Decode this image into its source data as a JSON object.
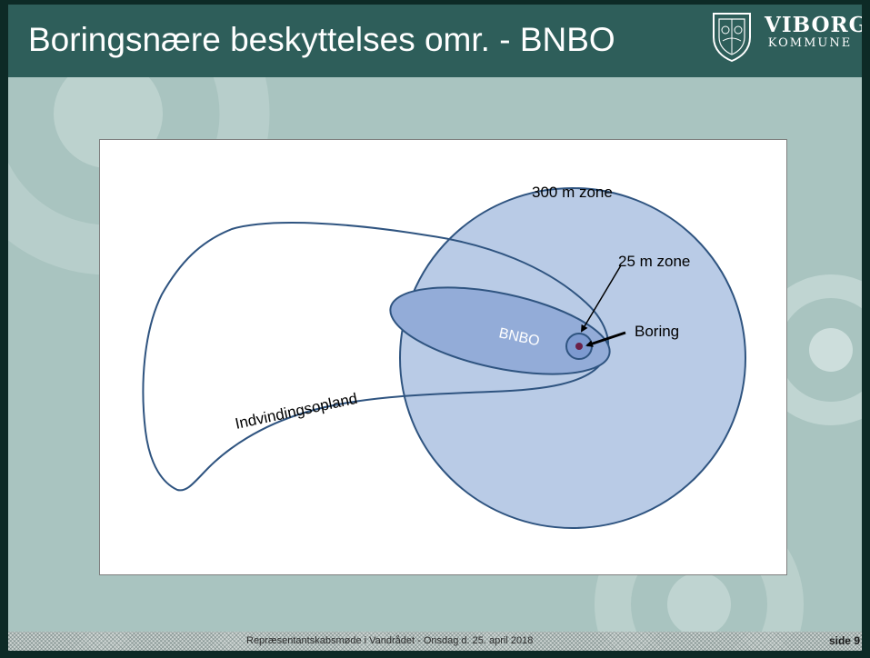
{
  "header": {
    "title": "Boringsnære beskyttelses omr. - BNBO",
    "brand_name": "VIBORG",
    "brand_sub": "KOMMUNE",
    "crest_icon": "coat-of-arms-icon"
  },
  "diagram": {
    "zone_300_label": "300 m zone",
    "zone_25_label": "25 m zone",
    "bnbo_label": "BNBO",
    "boring_label": "Boring",
    "catchment_label": "Indvindingsopland"
  },
  "footer": {
    "text": "Repræsentantskabsmøde i Vandrådet -  Onsdag d. 25. april 2018",
    "page": "side 9"
  },
  "colors": {
    "title_bar": "#2e5e5a",
    "background": "#a9c4c0",
    "zone_300_fill": "#b9cbe6",
    "bnbo_fill": "#93acd8",
    "outline": "#2f5480"
  }
}
